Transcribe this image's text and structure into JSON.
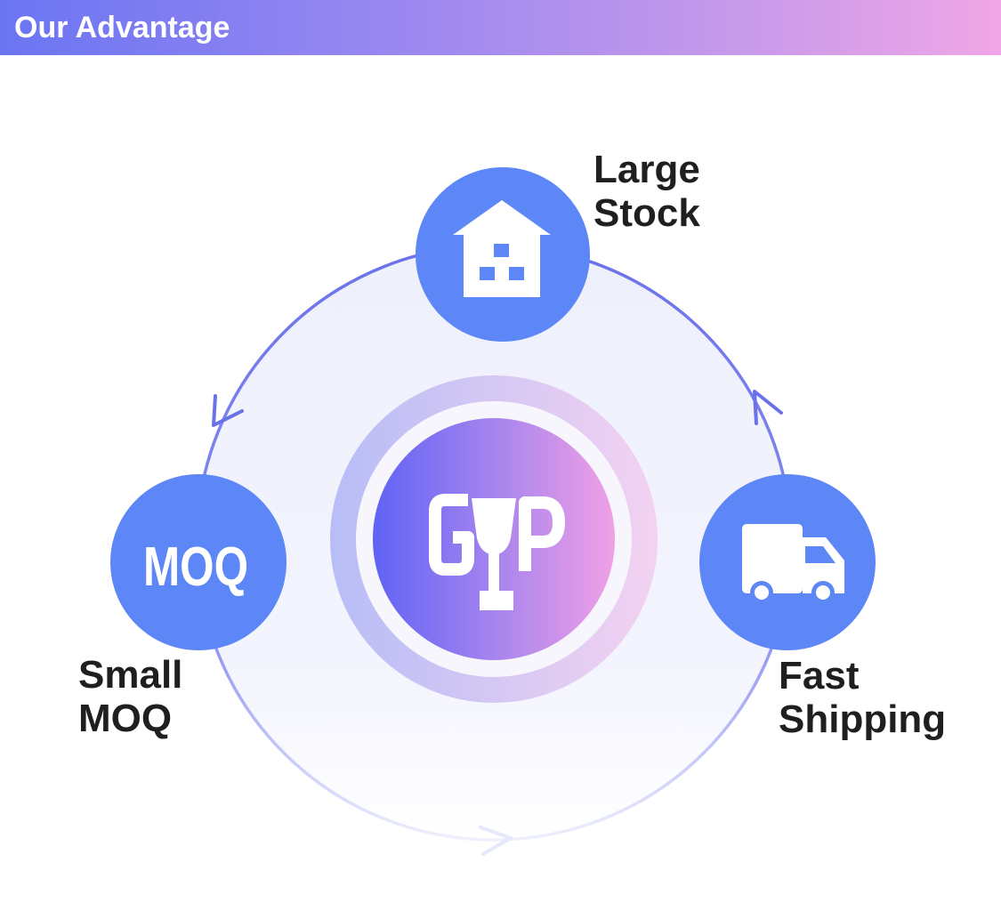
{
  "header": {
    "title": "Our Advantage"
  },
  "center": {
    "logo_text": "GIP",
    "icon": "trophy-icon"
  },
  "nodes": [
    {
      "id": "large-stock",
      "icon": "warehouse-icon",
      "label_lines": [
        "Large",
        "Stock"
      ]
    },
    {
      "id": "small-moq",
      "icon": "moq-icon",
      "icon_text": "MOQ",
      "label_lines": [
        "Small",
        "MOQ"
      ]
    },
    {
      "id": "fast-shipping",
      "icon": "truck-icon",
      "label_lines": [
        "Fast",
        "Shipping"
      ]
    }
  ],
  "colors": {
    "node_blue": "#5d86f6",
    "ring_stroke": "#6a72ea",
    "label_text": "#1f1f1f",
    "center_gradient_start": "#5f63f5",
    "center_gradient_end": "#f0a0e6"
  }
}
